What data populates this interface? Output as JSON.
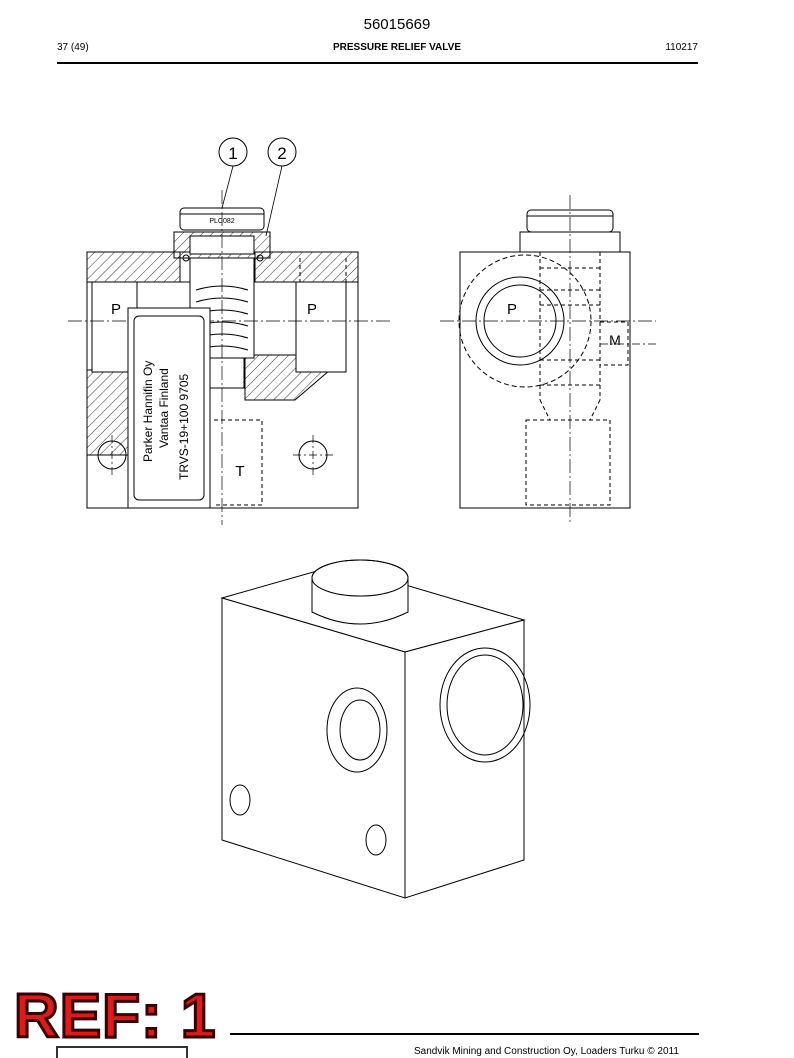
{
  "header": {
    "doc_number": "56015669",
    "page_count": "37 (49)",
    "title": "PRESSURE RELIEF VALVE",
    "date": "110217"
  },
  "drawing": {
    "callouts": [
      "1",
      "2"
    ],
    "cap_marking": "PLC082",
    "port_labels": {
      "p_left": "P",
      "p_right": "P",
      "t": "T",
      "p_side": "P",
      "m": "M"
    },
    "nameplate": {
      "line1": "Parker Hannifin Oy",
      "line2": "Vantaa Finland",
      "line3": "TRVS-19+100  9705"
    }
  },
  "footer": {
    "ref_badge": "REF: 1",
    "copyright": "Sandvik Mining and Construction Oy, Loaders Turku © 2011"
  }
}
